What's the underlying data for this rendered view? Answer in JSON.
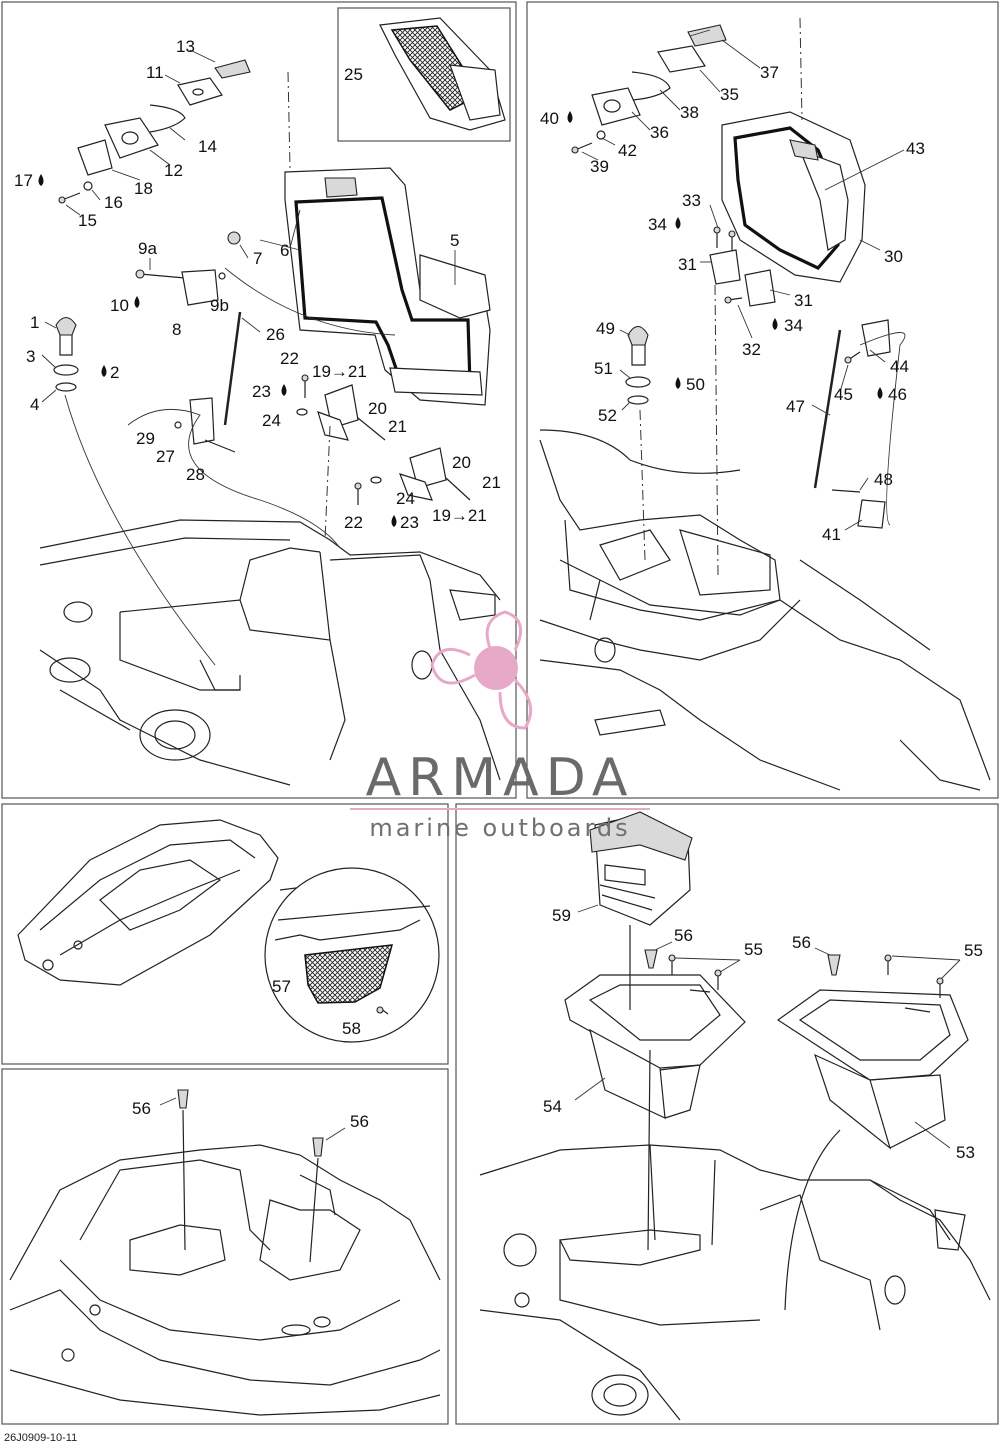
{
  "brand": {
    "name": "ARMADA",
    "tagline": "marine outboards",
    "accent_color": "#e6a9c8"
  },
  "drawing_code": "26J0909-10-11",
  "callouts": {
    "p1": "1",
    "p2": "2",
    "p3": "3",
    "p4": "4",
    "p5": "5",
    "p6": "6",
    "p7": "7",
    "p8": "8",
    "p9a": "9a",
    "p9b": "9b",
    "p10": "10",
    "p11": "11",
    "p12": "12",
    "p13": "13",
    "p14": "14",
    "p15": "15",
    "p16": "16",
    "p17": "17",
    "p18": "18",
    "p19_21a": "19→21",
    "p19_21b": "19→21",
    "p20a": "20",
    "p20b": "20",
    "p21a": "21",
    "p21b": "21",
    "p22a": "22",
    "p22b": "22",
    "p23a": "23",
    "p23b": "23",
    "p24a": "24",
    "p24b": "24",
    "p25": "25",
    "p26": "26",
    "p27": "27",
    "p28": "28",
    "p29": "29",
    "p30": "30",
    "p31a": "31",
    "p31b": "31",
    "p32": "32",
    "p33": "33",
    "p34a": "34",
    "p34b": "34",
    "p35": "35",
    "p36": "36",
    "p37": "37",
    "p38": "38",
    "p39": "39",
    "p40": "40",
    "p41": "41",
    "p42": "42",
    "p43": "43",
    "p44": "44",
    "p45": "45",
    "p46": "46",
    "p47": "47",
    "p48": "48",
    "p49": "49",
    "p50": "50",
    "p51": "51",
    "p52": "52",
    "p53": "53",
    "p54": "54",
    "p55a": "55",
    "p55b": "55",
    "p56a": "56",
    "p56b": "56",
    "p56c": "56",
    "p56d": "56",
    "p57": "57",
    "p58": "58",
    "p59": "59"
  }
}
